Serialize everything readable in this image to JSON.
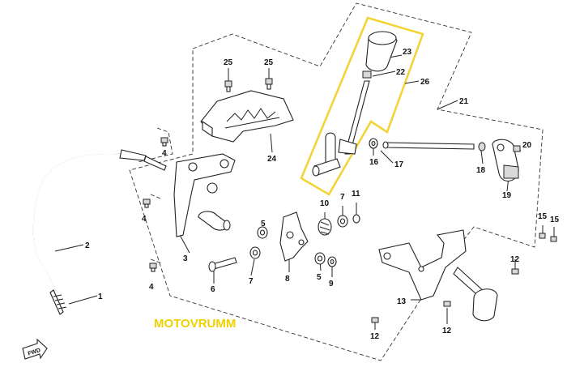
{
  "diagram": {
    "labels": {
      "n1": "1",
      "n2": "2",
      "n3": "3",
      "n4a": "4",
      "n4b": "4",
      "n4c": "4",
      "n5a": "5",
      "n5b": "5",
      "n6": "6",
      "n7a": "7",
      "n7b": "7",
      "n8": "8",
      "n9": "9",
      "n10": "10",
      "n11": "11",
      "n12a": "12",
      "n12b": "12",
      "n12c": "12",
      "n13": "13",
      "n15a": "15",
      "n15b": "15",
      "n16": "16",
      "n17": "17",
      "n18": "18",
      "n19": "19",
      "n20": "20",
      "n21": "21",
      "n22": "22",
      "n23": "23",
      "n24": "24",
      "n25a": "25",
      "n25b": "25",
      "n26": "26"
    },
    "watermark": "MOTOVRUMM",
    "fwd_label": "FWD",
    "colors": {
      "highlight": "#f2d43a",
      "watermark": "#f0d000",
      "line": "#222222"
    }
  }
}
